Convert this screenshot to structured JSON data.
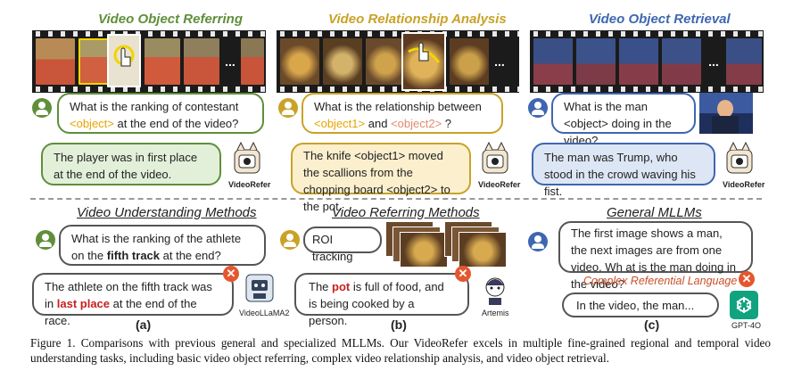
{
  "panel_a": {
    "title": "Video Object Referring",
    "question_pre": "What is the ranking of contestant",
    "question_obj": "<object>",
    "question_post": "at the end of the video?",
    "answer": "The player was in first place at the end of the video.",
    "model_label": "VideoRefer",
    "sub_title": "Video Understanding Methods",
    "sub_question_pre": "What is the ranking of the athlete on the",
    "sub_question_bold": "fifth track",
    "sub_question_post": "at the end?",
    "sub_answer_pre": "The athlete on the fifth track was in",
    "sub_answer_red": "last place",
    "sub_answer_post": "at the end of the race.",
    "sub_model_label": "VideoLLaMA2",
    "label": "(a)"
  },
  "panel_b": {
    "title": "Video Relationship Analysis",
    "question_pre": "What is the relationship between",
    "obj1": "<object1>",
    "and": "and",
    "obj2": "<object2>",
    "qmark": "?",
    "answer": "The knife <object1> moved the scallions from the chopping board <object2> to the pot.",
    "model_label": "VideoRefer",
    "sub_title": "Video Referring Methods",
    "roi": "ROI tracking",
    "sub_answer_pre": "The",
    "sub_answer_red": "pot",
    "sub_answer_post": "is full of food, and is being cooked by a person.",
    "sub_model_label": "Artemis",
    "label": "(b)"
  },
  "panel_c": {
    "title": "Video Object Retrieval",
    "question": "What is the man <object> doing in the video?",
    "answer": "The man was Trump, who stood in the crowd waving his fist.",
    "model_label": "VideoRefer",
    "sub_title": "General MLLMs",
    "sub_question": "The first image shows a man, the next images are from one video. Wh at is the man doing in the video?",
    "complex": "Complex Referential Language",
    "sub_answer": "In the video, the man...",
    "sub_model_label": "GPT-4O",
    "label": "(c)"
  },
  "dots": "...",
  "caption": "Figure 1.  Comparisons with previous general and specialized MLLMs.  Our VideoRefer excels in multiple fine-grained regional and temporal video understanding tasks, including basic video object referring, complex video relationship analysis, and video object retrieval.",
  "colors": {
    "green": "#5f8f3a",
    "gold": "#c9a227",
    "blue": "#3f66b0",
    "green_fill": "#e3f0d9",
    "gold_fill": "#fbefcd",
    "blue_fill": "#dde6f5",
    "gray_border": "#555"
  }
}
